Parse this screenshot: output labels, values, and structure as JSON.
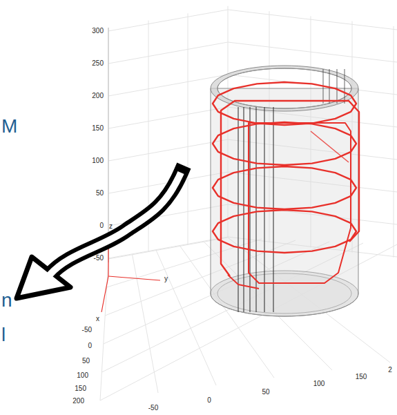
{
  "diagram": {
    "labels": [
      "M",
      "n",
      "l",
      "300",
      "250",
      "200",
      "150",
      "100",
      "50",
      "0",
      "-50",
      "z",
      "y",
      "x",
      "-50",
      "0",
      "50",
      "100",
      "150",
      "200",
      "-50",
      "0",
      "50",
      "100",
      "150",
      "2"
    ]
  }
}
